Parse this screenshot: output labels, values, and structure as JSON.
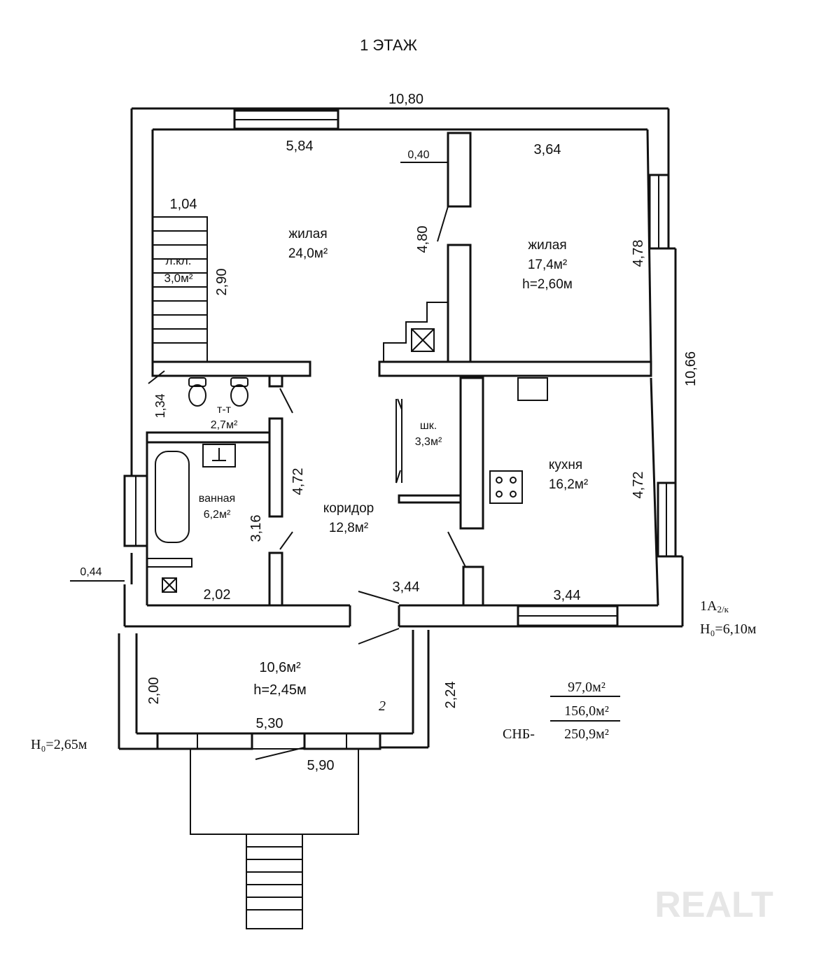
{
  "title": "1 ЭТАЖ",
  "dimensions": {
    "overall_width": "10,80",
    "top_left_wall": "5,84",
    "partition_offset": "0,40",
    "top_right_wall": "3,64",
    "stair_width": "1,04",
    "stair_height": "2,90",
    "middle_partition": "4,80",
    "right_room_height": "4,78",
    "overall_height": "10,66",
    "toilet_height": "1,34",
    "corridor_left": "4,72",
    "kitchen_height": "4,72",
    "bath_height": "3,16",
    "bath_width": "2,02",
    "corridor_bottom": "3,44",
    "kitchen_bottom": "3,44",
    "outer_offset": "0,44",
    "porch_height": "2,00",
    "porch_inner": "5,30",
    "porch_right": "2,24",
    "porch_outer": "5,90"
  },
  "rooms": {
    "living1": {
      "name": "жилая",
      "area": "24,0м²"
    },
    "living2": {
      "name": "жилая",
      "area": "17,4м²",
      "height": "h=2,60м"
    },
    "stair": {
      "name": "л.кл.",
      "area": "3,0м²"
    },
    "toilet": {
      "name": "т-т",
      "area": "2,7м²"
    },
    "closet": {
      "name": "шк.",
      "area": "3,3м²"
    },
    "kitchen": {
      "name": "кухня",
      "area": "16,2м²"
    },
    "bath": {
      "name": "ванная",
      "area": "6,2м²"
    },
    "corridor": {
      "name": "коридор",
      "area": "12,8м²"
    },
    "porch": {
      "area": "10,6м²",
      "height": "h=2,45м",
      "number": "2"
    }
  },
  "annotations": {
    "main_index": "1А",
    "main_index_sub": "2/к",
    "main_height": "H₀=6,10м",
    "porch_h": "H₀=2,65м",
    "snb_label": "СНБ-",
    "area_living": "97,0м²",
    "area_total": "156,0м²",
    "area_snb": "250,9м²"
  },
  "watermark": "REALT"
}
